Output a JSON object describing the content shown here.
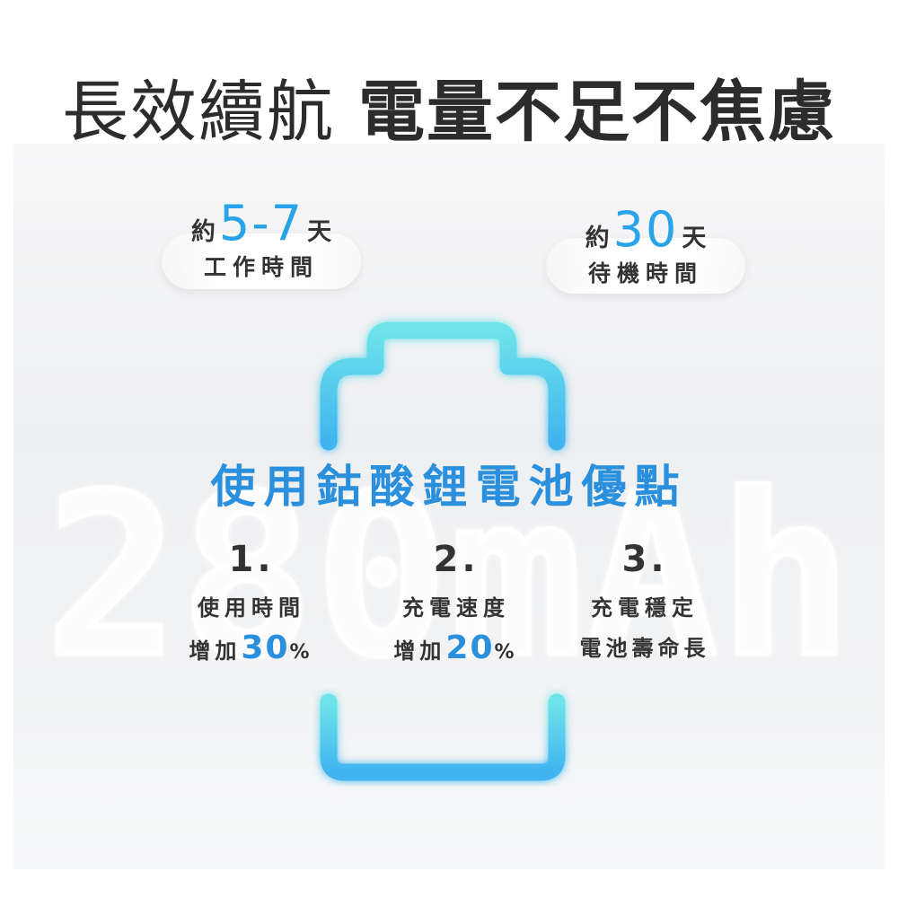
{
  "headline": {
    "light": "長效續航",
    "bold": "電量不足不焦慮"
  },
  "watermark_text": "280mAh",
  "stats": [
    {
      "prefix": "約",
      "value": "5-7",
      "suffix": "天",
      "label": "工作時間"
    },
    {
      "prefix": "約",
      "value": "30",
      "suffix": "天",
      "label": "待機時間"
    }
  ],
  "section_title": "使用鈷酸鋰電池優點",
  "benefits": [
    {
      "index": "1.",
      "line1": "使用時間",
      "line2_prefix": "增加",
      "line2_value": "30",
      "line2_suffix": "%"
    },
    {
      "index": "2.",
      "line1": "充電速度",
      "line2_prefix": "增加",
      "line2_value": "20",
      "line2_suffix": "%"
    },
    {
      "index": "3.",
      "line1": "充電穩定",
      "line2_text": "電池壽命長"
    }
  ],
  "colors": {
    "accent": "#2aa4e8",
    "battery_top": "#6ee3ea",
    "battery_bottom": "#3fb4ef",
    "text": "#333333"
  }
}
